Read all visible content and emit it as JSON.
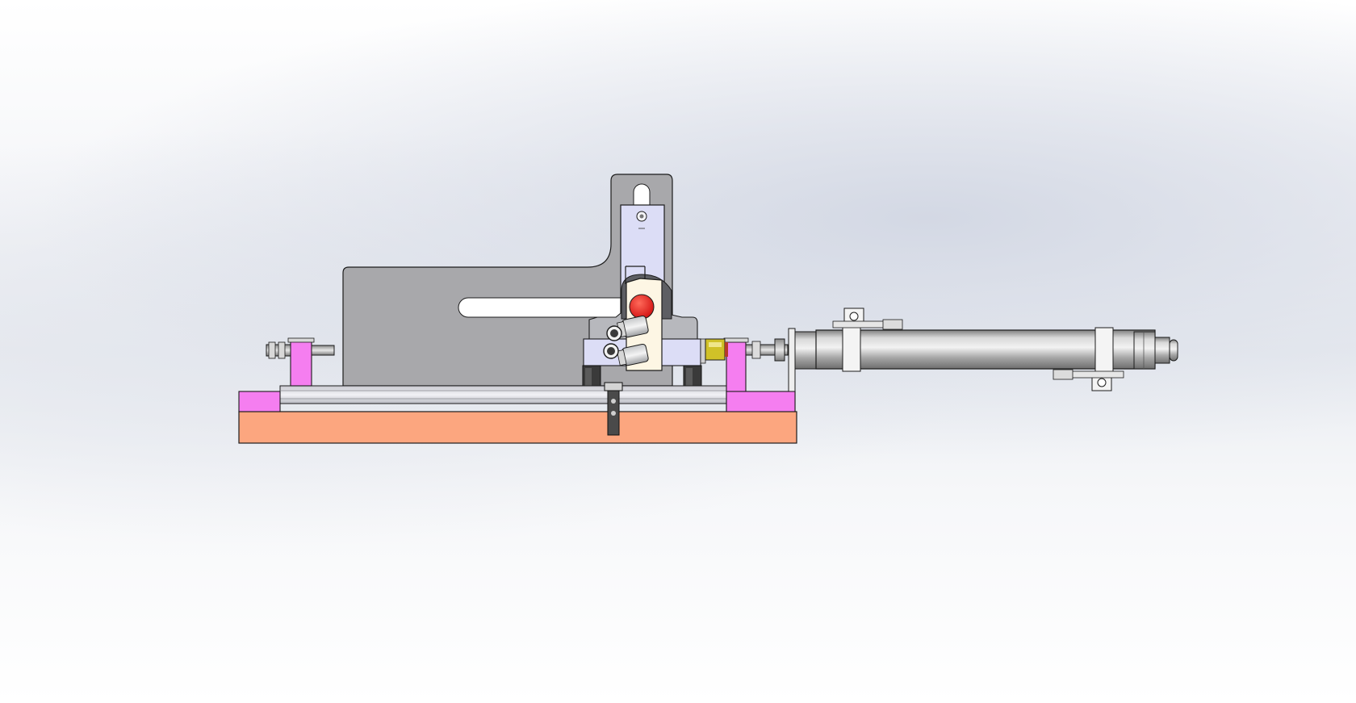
{
  "scene": {
    "view": "cad-assembly-front-view",
    "colors": {
      "background_top": "#ffffff",
      "background_band": "#d9dde7",
      "base_plate": "#fca67f",
      "side_blocks": "#f57ef0",
      "back_plate": "#a8a8ab",
      "slider_bracket": "#dcddf6",
      "carriage_plate": "#fdf6e4",
      "indicator_knob": "#ee1c1c",
      "cylinder_body": "#bcbcbc",
      "fitting": "#d0c128",
      "outline": "#1c1c1c"
    },
    "parts": [
      "base-plate",
      "guide-rail",
      "left-end-block",
      "right-end-block",
      "back-plate",
      "slider-bracket",
      "carriage",
      "indicator-knob",
      "air-fittings",
      "air-cylinder",
      "cylinder-mount-clamps"
    ]
  }
}
